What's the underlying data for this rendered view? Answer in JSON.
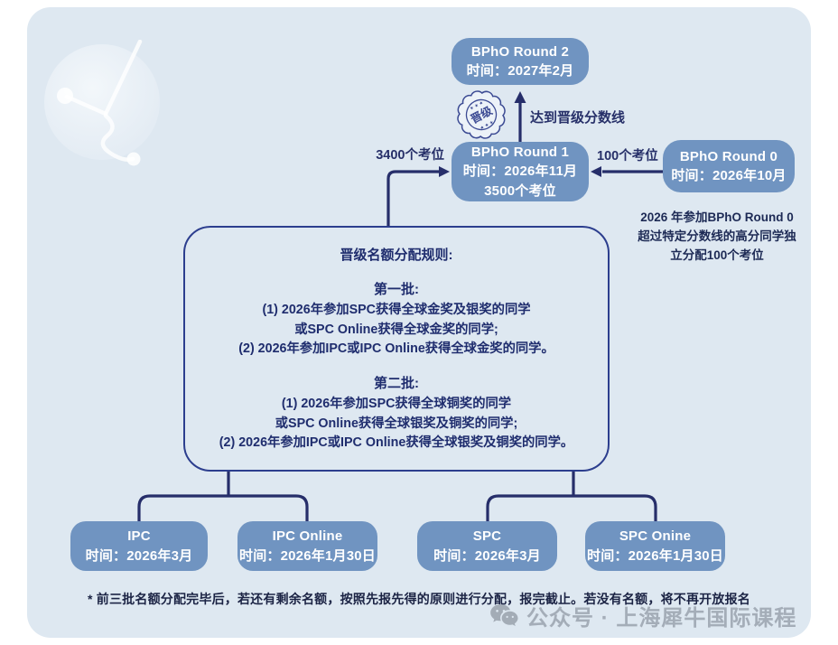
{
  "palette": {
    "panel_bg": "#dee8f1",
    "node_fill": "#7094c1",
    "node_text": "#ffffff",
    "line_navy": "#262e6a",
    "rules_border": "#2c3e8e",
    "rules_text": "#1f2d6e",
    "footer_text": "#1b2344",
    "watermark_gray": "#949ca8"
  },
  "nodes": {
    "round2": {
      "lines": [
        "BPhO Round 2",
        "时间：2027年2月"
      ]
    },
    "round1": {
      "lines": [
        "BPhO Round 1",
        "时间：2026年11月",
        "3500个考位"
      ]
    },
    "round0": {
      "lines": [
        "BPhO Round 0",
        "时间：2026年10月"
      ]
    },
    "ipc": {
      "lines": [
        "IPC",
        "时间：2026年3月"
      ]
    },
    "ipc_online": {
      "lines": [
        "IPC Online",
        "时间：2026年1月30日"
      ]
    },
    "spc": {
      "lines": [
        "SPC",
        "时间：2026年3月"
      ]
    },
    "spc_onine": {
      "lines": [
        "SPC Onine",
        "时间：2026年1月30日"
      ]
    }
  },
  "labels": {
    "seats_left": "3400个考位",
    "seats_right": "100个考位",
    "promotion_threshold": "达到晋级分数线",
    "badge_text": "晋级",
    "badge_stars": "★ ★ ★",
    "round0_note": [
      "2026 年参加BPhO Round 0",
      "超过特定分数线的高分同学独",
      "立分配100个考位"
    ]
  },
  "rules": {
    "title": "晋级名额分配规则:",
    "batches": [
      {
        "title": "第一批:",
        "lines": [
          "(1) 2026年参加SPC获得全球金奖及银奖的同学",
          "或SPC Online获得全球金奖的同学;",
          "(2) 2026年参加IPC或IPC Online获得全球金奖的同学。"
        ]
      },
      {
        "title": "第二批:",
        "lines": [
          "(1) 2026年参加SPC获得全球铜奖的同学",
          "或SPC Online获得全球银奖及铜奖的同学;",
          "(2) 2026年参加IPC或IPC Online获得全球银奖及铜奖的同学。"
        ]
      }
    ]
  },
  "footer": {
    "note": "* 前三批名额分配完毕后，若还有剩余名额，按照先报先得的原则进行分配，报完截止。若没有名额，将不再开放报名",
    "watermark": "公众号 · 上海犀牛国际课程"
  }
}
